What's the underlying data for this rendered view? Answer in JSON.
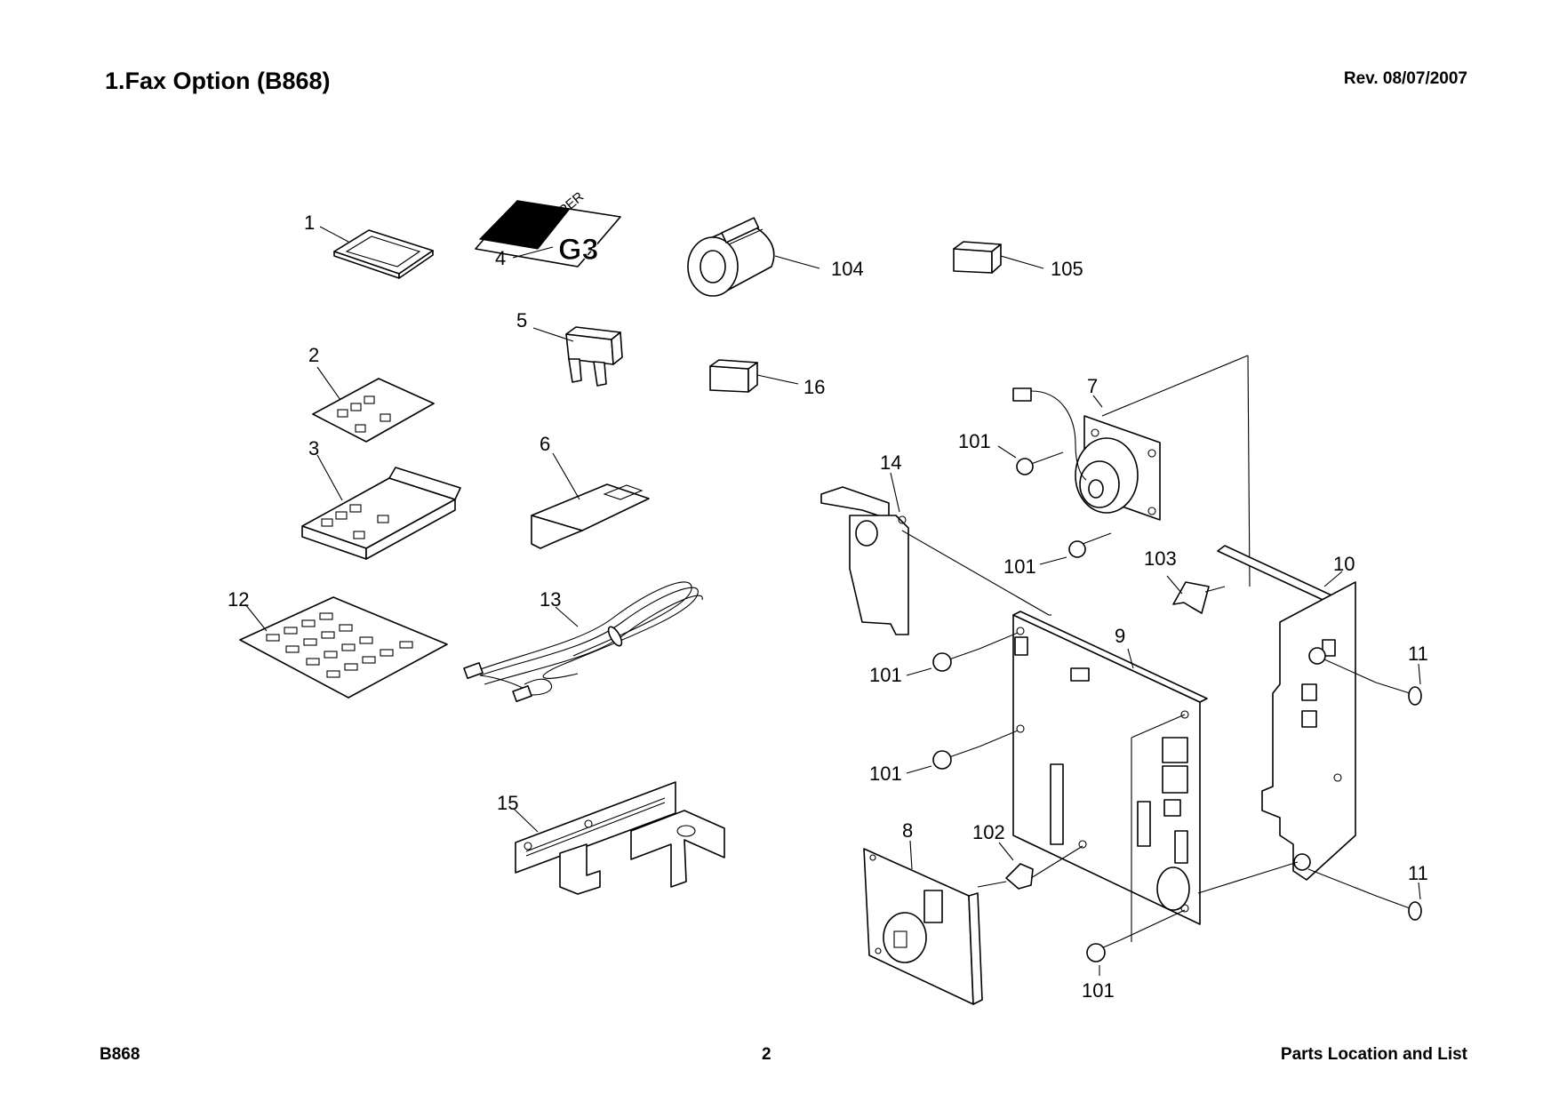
{
  "header": {
    "title": "1.Fax Option (B868)",
    "revision": "Rev. 08/07/2007"
  },
  "footer": {
    "model": "B868",
    "page": "2",
    "section": "Parts Location and List"
  },
  "decal_text": {
    "top": "SUPER",
    "main": "G3"
  },
  "callouts": {
    "c1": "1",
    "c2": "2",
    "c3": "3",
    "c4": "4",
    "c5": "5",
    "c6": "6",
    "c7": "7",
    "c8": "8",
    "c9": "9",
    "c10": "10",
    "c11a": "11",
    "c11b": "11",
    "c12": "12",
    "c13": "13",
    "c14": "14",
    "c15": "15",
    "c16": "16",
    "c101a": "101",
    "c101b": "101",
    "c101c": "101",
    "c101d": "101",
    "c101e": "101",
    "c102": "102",
    "c103": "103",
    "c104": "104",
    "c105": "105"
  }
}
